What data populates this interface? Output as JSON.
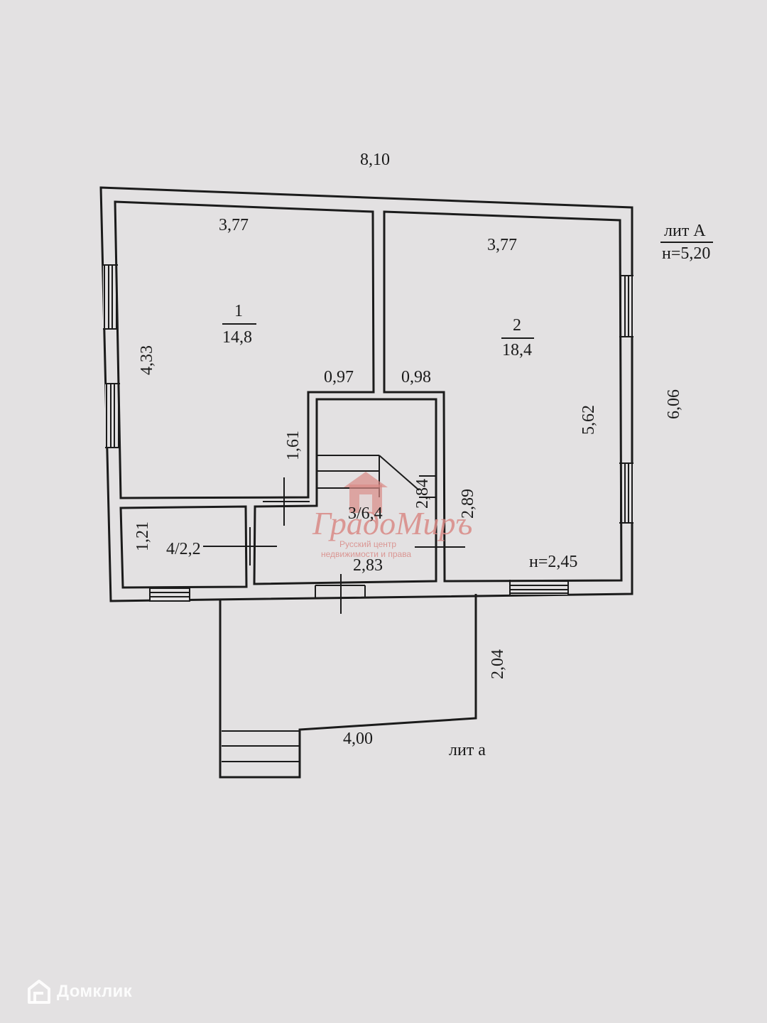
{
  "plan": {
    "overall_width": "8,10",
    "overall_depth": "6,06",
    "lit_main": "лит А",
    "lit_main_height": "н=5,20",
    "lit_annex": "лит а",
    "room1": {
      "number": "1",
      "area": "14,8",
      "width": "3,77",
      "depth": "4,33",
      "doorway": "0,97"
    },
    "room2": {
      "number": "2",
      "area": "18,4",
      "width": "3,77",
      "depth": "5,62",
      "doorway": "0,98",
      "ceiling": "н=2,45"
    },
    "room3": {
      "label": "3/6,4",
      "width": "2,83",
      "stair_run": "2,84",
      "depth": "2,89",
      "stair_width": "1,61"
    },
    "room4": {
      "label": "4/2,2",
      "depth": "1,21"
    },
    "annex": {
      "width": "4,00",
      "depth": "2,04"
    }
  },
  "watermark": {
    "logo": "ГрадоМиръ",
    "line1": "Русский центр",
    "line2": "недвижимости и права"
  },
  "brand": {
    "name": "Домклик",
    "icon": "house-logo-icon"
  }
}
